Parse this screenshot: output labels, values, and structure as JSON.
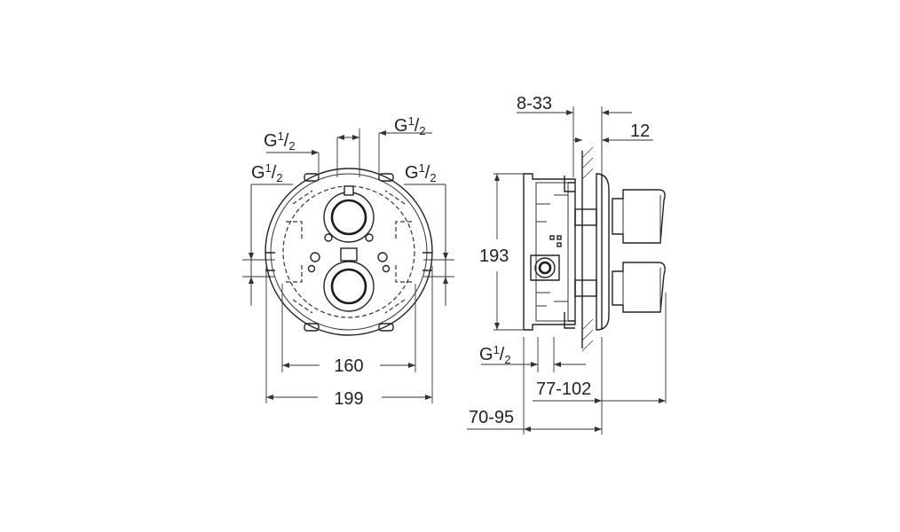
{
  "front_view": {
    "thread_top_right": {
      "main": "G",
      "num": "1",
      "den": "2"
    },
    "thread_top_left": {
      "main": "G",
      "num": "1",
      "den": "2"
    },
    "thread_side_left": {
      "main": "G",
      "num": "1",
      "den": "2"
    },
    "thread_side_right": {
      "main": "G",
      "num": "1",
      "den": "2"
    },
    "dim_inner_width": "160",
    "dim_outer_width": "199"
  },
  "side_view": {
    "dim_depth_wall": "8-33",
    "dim_plate": "12",
    "dim_height": "193",
    "thread_bottom": {
      "main": "G",
      "num": "1",
      "den": "2"
    },
    "dim_handle_depth": "77-102",
    "dim_body_depth": "70-95"
  }
}
